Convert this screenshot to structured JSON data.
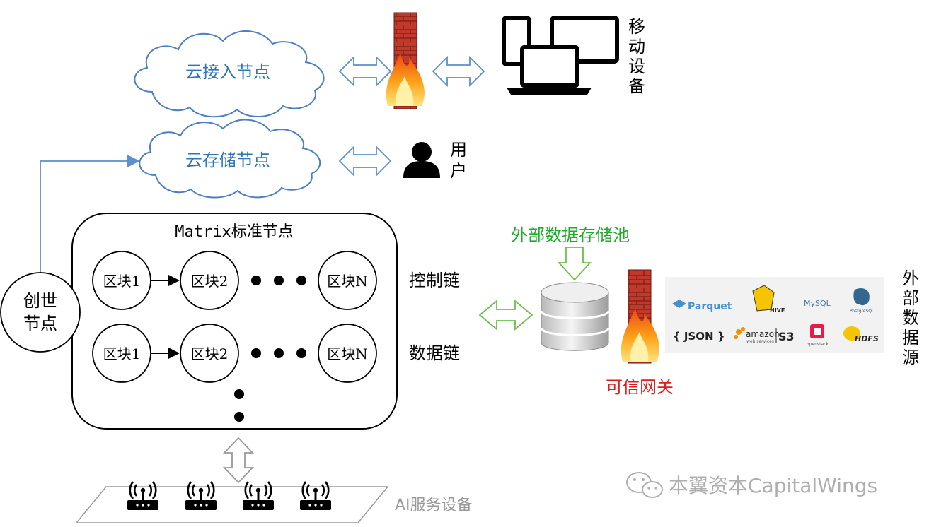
{
  "cloud_access": {
    "label": "云接入节点"
  },
  "cloud_storage": {
    "label": "云存储节点"
  },
  "mobile_devices": {
    "label": [
      "移",
      "动",
      "设",
      "备"
    ]
  },
  "user": {
    "label": [
      "用",
      "户"
    ]
  },
  "matrix": {
    "title": "Matrix标准节点"
  },
  "genesis": {
    "label_line1": "创世",
    "label_line2": "节点"
  },
  "control_chain": {
    "label": "控制链",
    "blocks": [
      "区块1",
      "区块2",
      "区块N"
    ]
  },
  "data_chain": {
    "label": "数据链",
    "blocks": [
      "区块1",
      "区块2",
      "区块N"
    ]
  },
  "external_pool": {
    "label": "外部数据存储池"
  },
  "gateway": {
    "label": "可信网关"
  },
  "external_sources": {
    "label": [
      "外",
      "部",
      "数",
      "据",
      "源"
    ],
    "logos": [
      "Parquet",
      "HIVE",
      "MySQL",
      "PostgreSQL",
      "{ JSON }",
      "amazon",
      "web services",
      "S3",
      "openstack",
      "HDFS"
    ]
  },
  "ai_devices": {
    "label": "AI服务设备"
  },
  "watermark": {
    "text": "本翼资本CapitalWings"
  },
  "colors": {
    "cloud_stroke": "#4a7fc1",
    "cloud_text": "#2e75b6",
    "arrow_stroke": "#5b8fd0",
    "pool_text": "#1faa2a",
    "pool_arrow": "#6cbf4a",
    "gateway_text": "#e01b1b",
    "gray": "#9a9a9a"
  }
}
